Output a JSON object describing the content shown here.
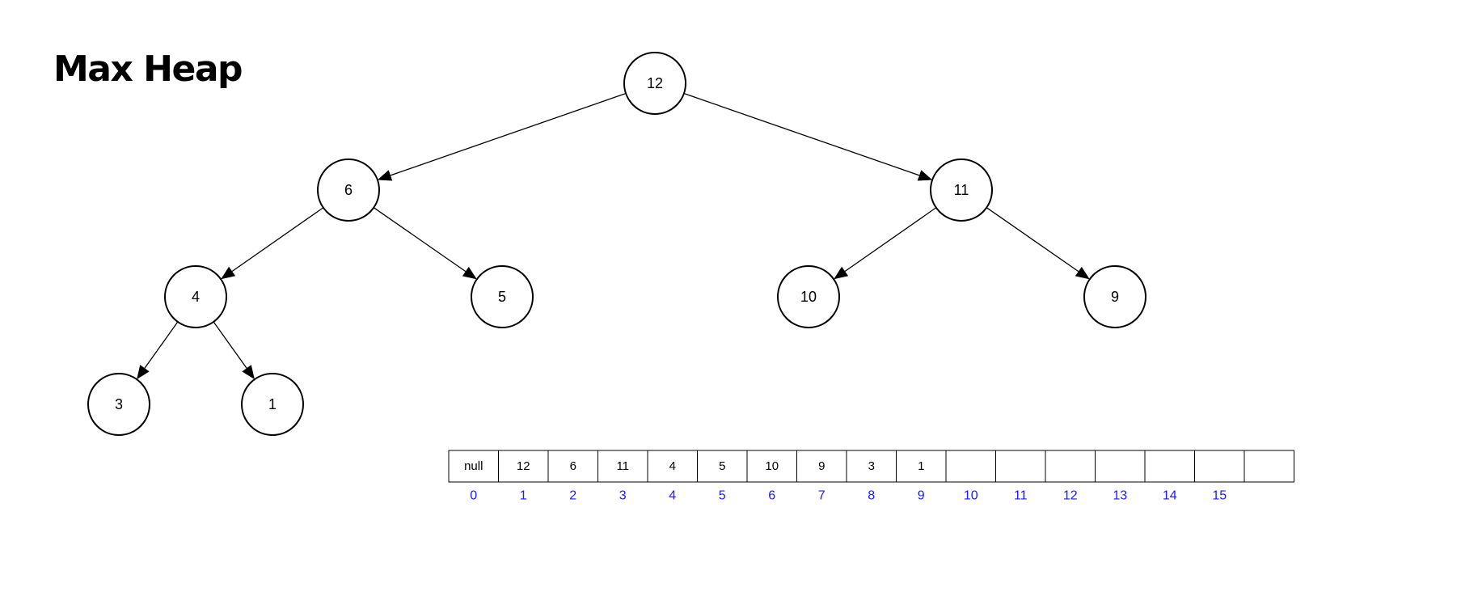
{
  "title": "Max Heap",
  "colors": {
    "index_text": "#1a1aff",
    "stroke": "#000000"
  },
  "tree": {
    "nodes": [
      {
        "id": "n1",
        "label": "12"
      },
      {
        "id": "n2",
        "label": "6"
      },
      {
        "id": "n3",
        "label": "11"
      },
      {
        "id": "n4",
        "label": "4"
      },
      {
        "id": "n5",
        "label": "5"
      },
      {
        "id": "n6",
        "label": "10"
      },
      {
        "id": "n7",
        "label": "9"
      },
      {
        "id": "n8",
        "label": "3"
      },
      {
        "id": "n9",
        "label": "1"
      }
    ],
    "edges": [
      {
        "from": "n1",
        "to": "n2"
      },
      {
        "from": "n1",
        "to": "n3"
      },
      {
        "from": "n2",
        "to": "n4"
      },
      {
        "from": "n2",
        "to": "n5"
      },
      {
        "from": "n3",
        "to": "n6"
      },
      {
        "from": "n3",
        "to": "n7"
      },
      {
        "from": "n4",
        "to": "n8"
      },
      {
        "from": "n4",
        "to": "n9"
      }
    ]
  },
  "array": {
    "cells": [
      "null",
      "12",
      "6",
      "11",
      "4",
      "5",
      "10",
      "9",
      "3",
      "1",
      "",
      "",
      "",
      "",
      "",
      "",
      ""
    ],
    "indices": [
      "0",
      "1",
      "2",
      "3",
      "4",
      "5",
      "6",
      "7",
      "8",
      "9",
      "10",
      "11",
      "12",
      "13",
      "14",
      "15"
    ]
  }
}
